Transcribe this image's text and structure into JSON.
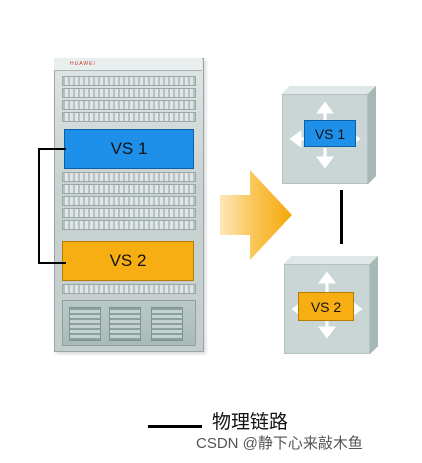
{
  "diagram": {
    "left_device": {
      "brand": "HUAWEI",
      "vs1_label": "VS 1",
      "vs2_label": "VS 2"
    },
    "right_devices": {
      "vs1_label": "VS 1",
      "vs2_label": "VS 2"
    },
    "legend": {
      "text": "物理链路"
    },
    "colors": {
      "vs1": "#1e90ea",
      "vs2": "#f6ae13",
      "arrow": "#f5a80a",
      "link": "#000000"
    }
  },
  "watermark": "CSDN @静下心来敲木鱼"
}
